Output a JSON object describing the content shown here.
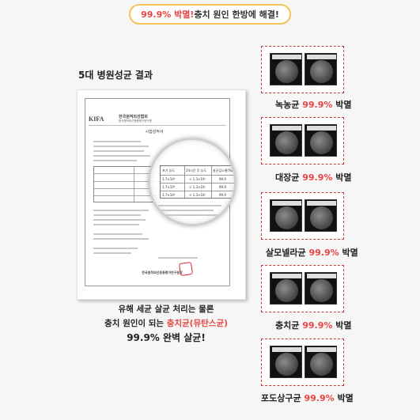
{
  "banner": {
    "highlight": "99.9% 박멸!",
    "rest": " 충치 원인 한방에 해결!"
  },
  "section_title": "5대 병원성균 결과",
  "certificate": {
    "logo": "KIFA",
    "org_name": "한국원적외선협회",
    "org_sub": "한국원적외선응용평가연구원",
    "doc_title": "시험성적서",
    "footer": "한국원적외선응용평가연구원장"
  },
  "magnifier_table": {
    "headers": [
      "초기 농도",
      "24시간 후 농도",
      "살균감소율(%)"
    ],
    "rows": [
      [
        "1.7×10⁵",
        "< 1.3×10¹",
        "99.9"
      ],
      [
        "1.7×10⁵",
        "< 1.3×10¹",
        "99.9"
      ],
      [
        "1.7×10⁵",
        "< 1.3×10¹",
        "99.9"
      ]
    ]
  },
  "caption": {
    "line1": "유해 세균 살균 처리는 물론",
    "line2_pre": "충치 원인이 되는 ",
    "line2_red": "충치균(뮤탄스균)",
    "line3": "99.9% 완벽 살균!"
  },
  "tests": [
    {
      "name": "녹농균",
      "pct": "99.9%",
      "word": "박멸"
    },
    {
      "name": "대장균",
      "pct": "99.9%",
      "word": "박멸"
    },
    {
      "name": "살모넬라균",
      "pct": "99.9%",
      "word": "박멸"
    },
    {
      "name": "충치균",
      "pct": "99.9%",
      "word": "박멸"
    },
    {
      "name": "포도상구균",
      "pct": "99.9%",
      "word": "박멸"
    }
  ],
  "colors": {
    "accent_red": "#e94343",
    "banner_border": "#f4c25a",
    "card_border": "#c23b3b"
  }
}
